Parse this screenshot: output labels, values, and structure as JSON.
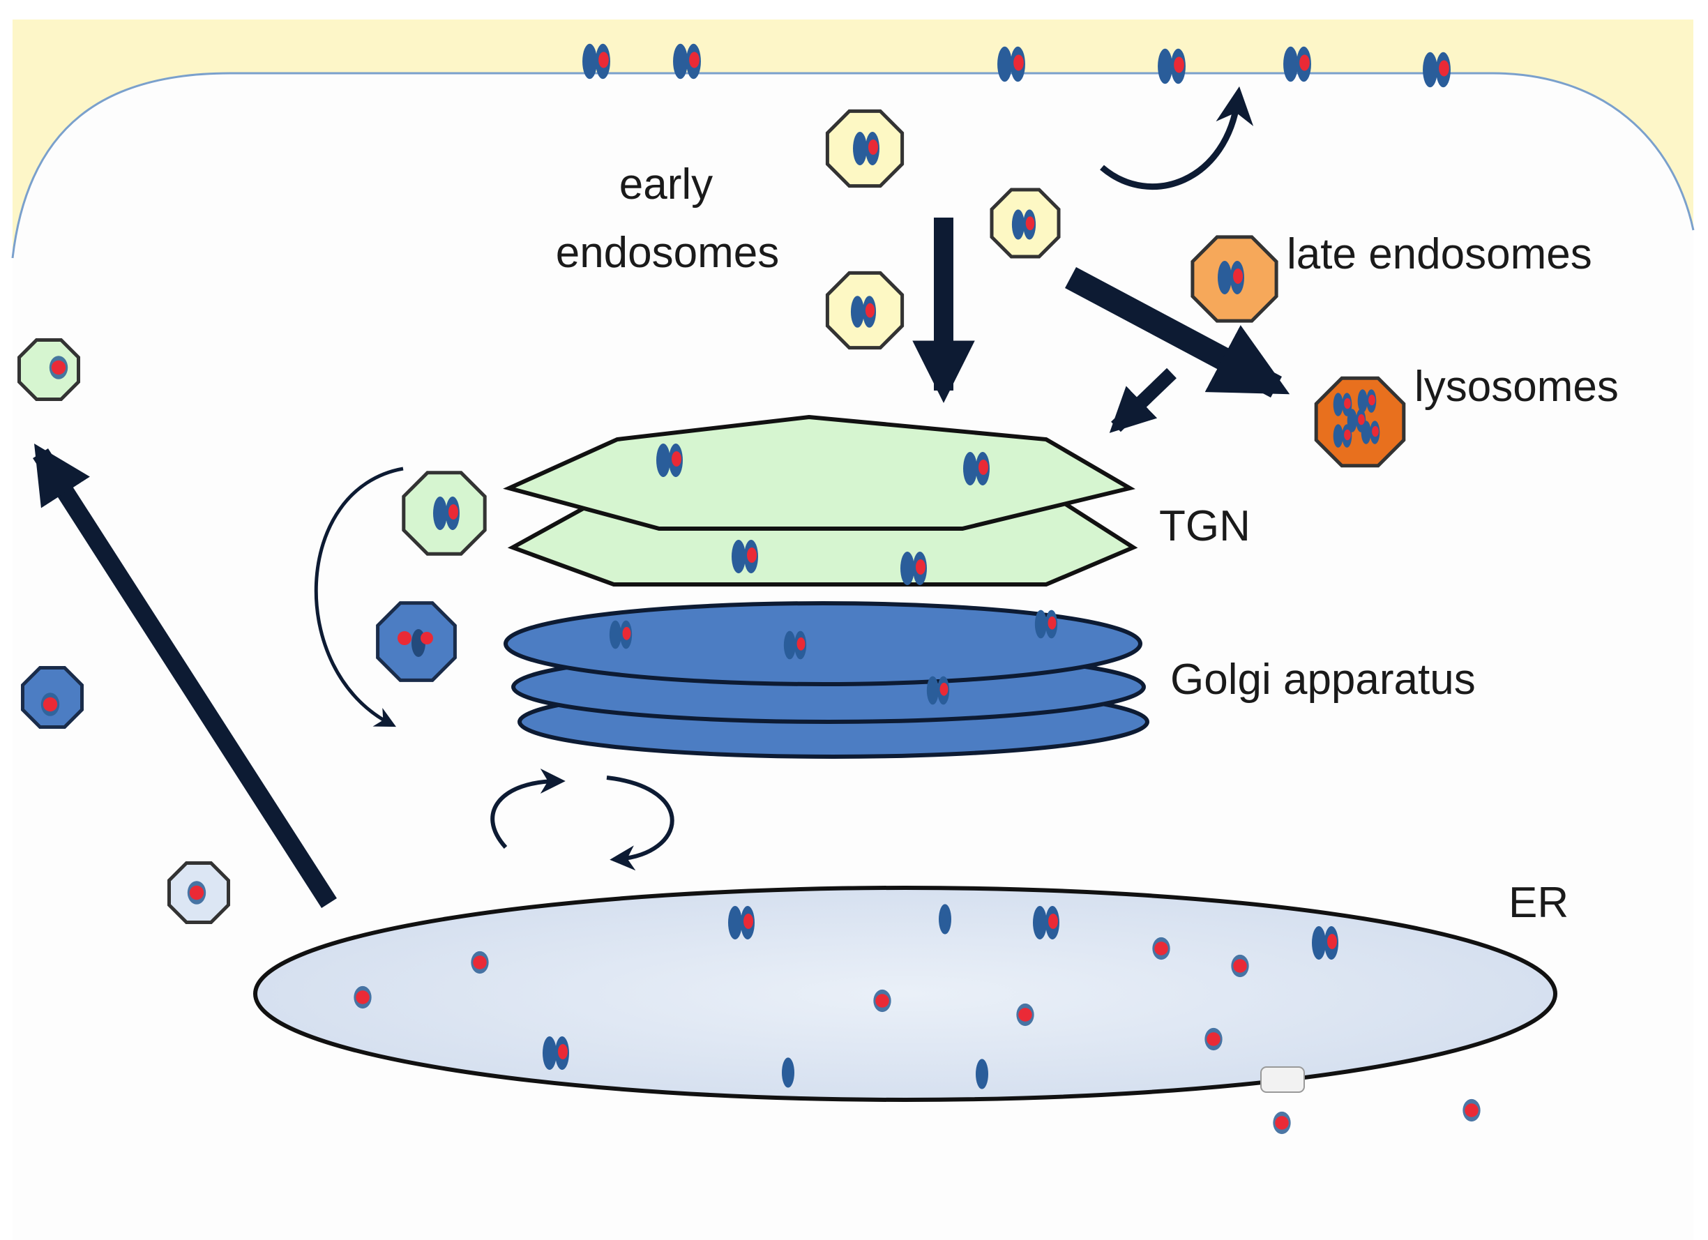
{
  "labels": {
    "early_endosomes_1": "early",
    "early_endosomes_2": "endosomes",
    "late_endosomes": "late endosomes",
    "lysosomes": "lysosomes",
    "tgn": "TGN",
    "golgi": "Golgi apparatus",
    "er": "ER"
  },
  "colors": {
    "background": "#ffffff",
    "extracellular": "#fdf6c8",
    "cytoplasm": "#fdfdfd",
    "membrane_line": "#7aa0cc",
    "early_endosome_fill": "#fdf8c4",
    "late_endosome_fill": "#f6a85a",
    "lysosome_fill": "#e8701e",
    "tgn_fill": "#d6f5d0",
    "golgi_fill": "#4c7dc3",
    "er_fill": "#dce6f4",
    "arrow": "#0d1b33",
    "receptor_blue": "#2a5d9a",
    "cargo_red": "#ea2a36"
  },
  "icons": {
    "receptor_pair": "receptor-cargo-pair-icon",
    "cargo": "cargo-dot-icon",
    "vesicle": "hexagonal-vesicle-icon"
  }
}
